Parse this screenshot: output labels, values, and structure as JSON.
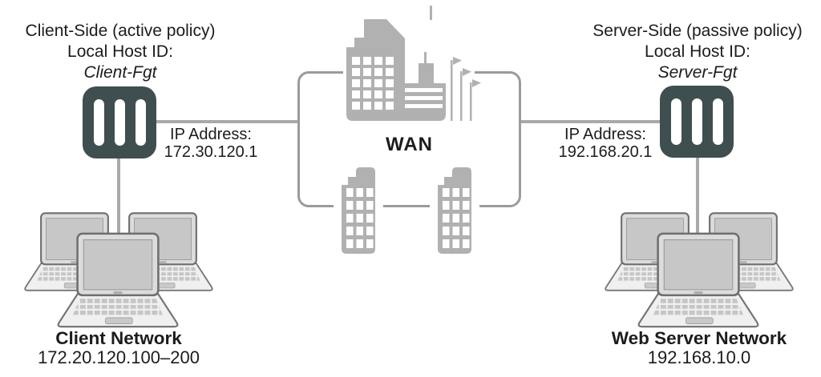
{
  "diagram": {
    "client": {
      "title": "Client-Side (active policy)",
      "host_id_label": "Local Host ID:",
      "host_id": "Client-Fgt",
      "ip_label": "IP Address:",
      "ip_address": "172.30.120.1",
      "network_name": "Client Network",
      "network_address": "172.20.120.100–200"
    },
    "server": {
      "title": "Server-Side (passive policy)",
      "host_id_label": "Local Host ID:",
      "host_id": "Server-Fgt",
      "ip_label": "IP Address:",
      "ip_address": "192.168.20.1",
      "network_name": "Web Server Network",
      "network_address": "192.168.10.0"
    },
    "wan": {
      "label": "WAN"
    },
    "icons": {
      "firewall": "fortigate-firewall-icon",
      "wan_city": "city-buildings-icon",
      "tower": "office-tower-icon",
      "laptop": "laptop-icon"
    },
    "colors": {
      "firewall_fill": "#3f4e4e",
      "connector_line": "#a9a9a9",
      "wan_border": "#9b9b9b",
      "building_fill": "#b1b1b1",
      "text": "#1c1c1c",
      "laptop_screen": "#c7c7c7",
      "laptop_body": "#f0f0f0"
    }
  }
}
